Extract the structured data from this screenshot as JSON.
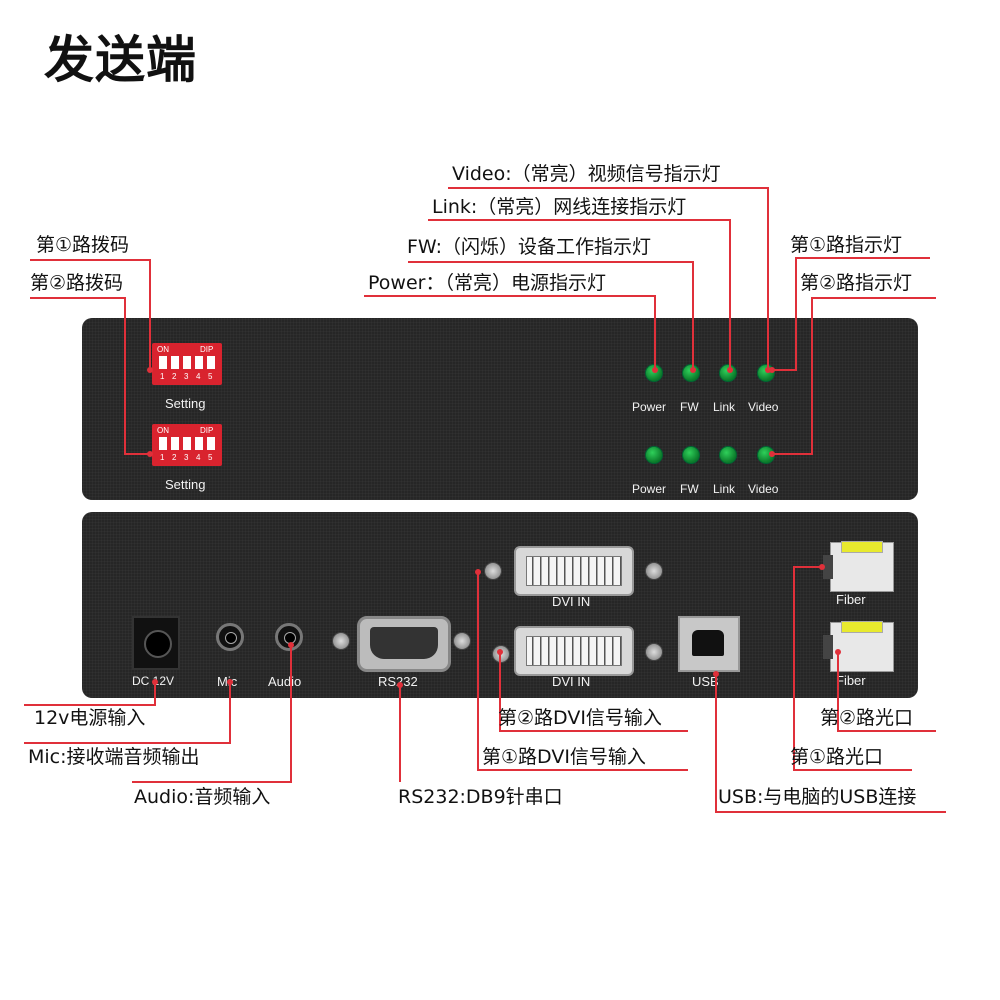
{
  "title": "发送端",
  "front_panel": {
    "dip_on": "ON",
    "dip_dip": "DIP",
    "dip_numbers": [
      "1",
      "2",
      "3",
      "4",
      "5"
    ],
    "setting_label": "Setting",
    "led_labels": [
      "Power",
      "FW",
      "Link",
      "Video"
    ]
  },
  "rear_panel": {
    "dc_label": "DC 12V",
    "mic_label": "Mic",
    "audio_label": "Audio",
    "rs232_label": "RS232",
    "dvi_label": "DVI IN",
    "usb_label": "USB",
    "fiber_label": "Fiber"
  },
  "callouts": {
    "video": "Video:（常亮）视频信号指示灯",
    "link": "Link:（常亮）网线连接指示灯",
    "fw": "FW:（闪烁）设备工作指示灯",
    "power": "Power：（常亮）电源指示灯",
    "ch1_dip": "第①路拨码",
    "ch2_dip": "第②路拨码",
    "ch1_led": "第①路指示灯",
    "ch2_led": "第②路指示灯",
    "power_in": "12v电源输入",
    "mic": "Mic:接收端音频输出",
    "audio": "Audio:音频输入",
    "rs232": "RS232:DB9针串口",
    "dvi2": "第②路DVI信号输入",
    "dvi1": "第①路DVI信号输入",
    "usb": "USB:与电脑的USB连接",
    "fiber2": "第②路光口",
    "fiber1": "第①路光口"
  }
}
